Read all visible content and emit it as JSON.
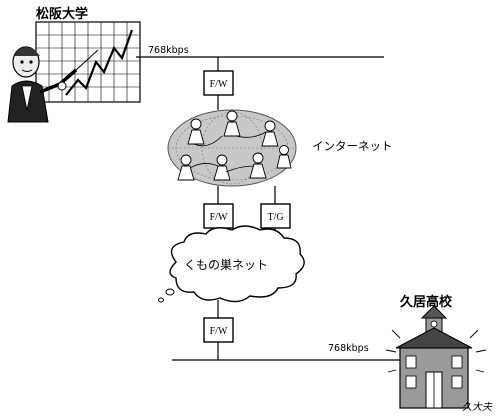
{
  "university_label": "松阪大学",
  "school_label": "久居高校",
  "internet_label": "インターネット",
  "kumonosu_label": "くもの巣ネット",
  "speed_top": "768kbps",
  "speed_bottom": "768kbps",
  "fw_top": "F/W",
  "fw_middle": "F/W",
  "tg_middle": "T/G",
  "fw_bottom": "F/W",
  "signature": "久大夫"
}
